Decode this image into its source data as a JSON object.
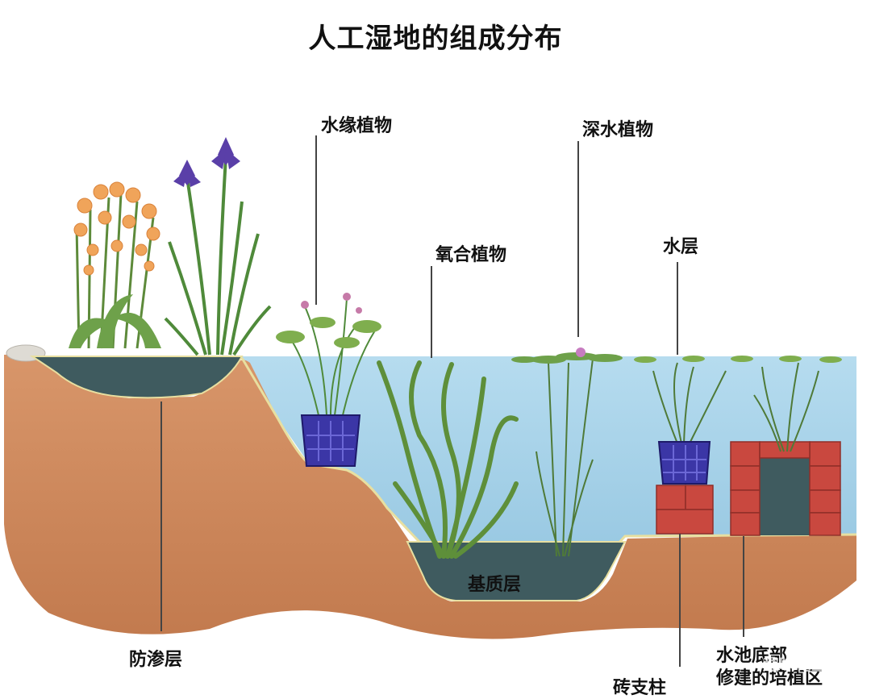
{
  "title": "人工湿地的组成分布",
  "labels": {
    "riparian_plants": "水缘植物",
    "deep_water_plants": "深水植物",
    "oxygenating_plants": "氧合植物",
    "water_layer": "水层",
    "substrate_layer": "基质层",
    "impermeable_layer": "防渗层",
    "brick_pillar": "砖支柱",
    "planting_zone_line1": "水池底部",
    "planting_zone_line2": "修建的培植区"
  },
  "watermark": "趣味化工",
  "colors": {
    "soil": "#cf8a5f",
    "water": "#a9d3e9",
    "substrate": "#3f5b5f",
    "brick": "#c9483f",
    "pot": "#3b36a6",
    "leader_line": "#444444"
  }
}
